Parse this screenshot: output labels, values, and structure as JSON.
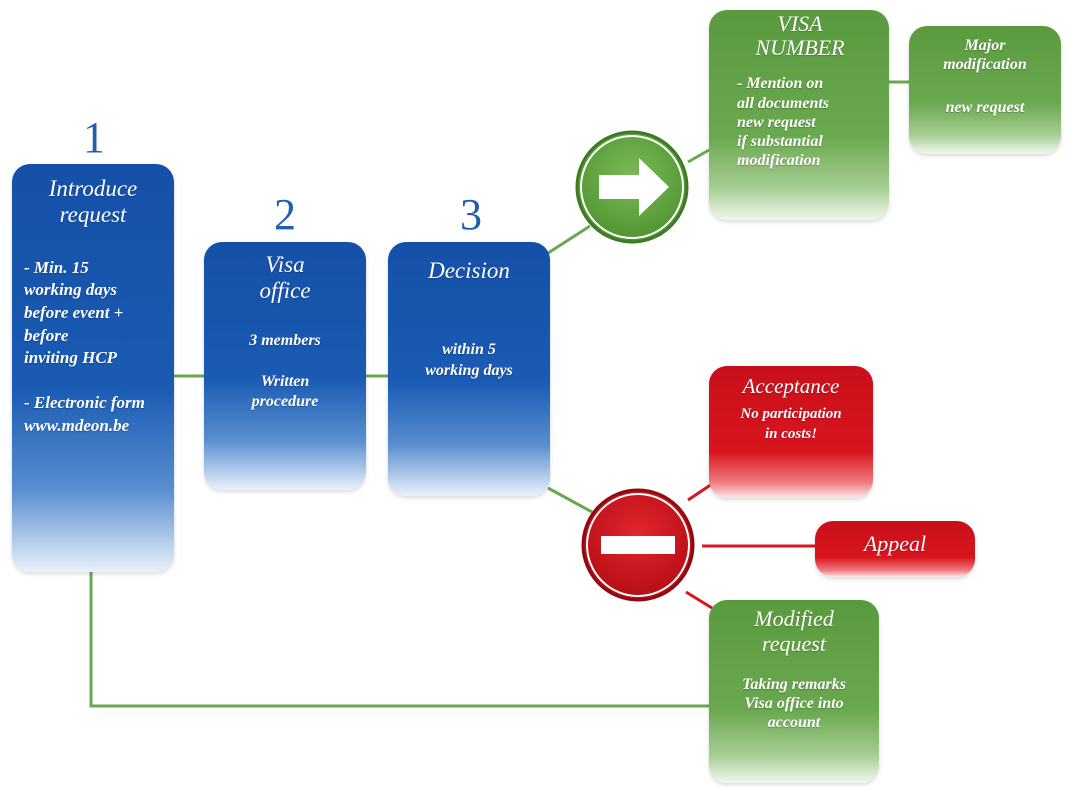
{
  "steps": [
    {
      "number": "1",
      "title": "Introduce request"
    },
    {
      "number": "2",
      "title_lines": [
        "Visa",
        "office"
      ],
      "lines_a": [
        "3 members"
      ],
      "lines_b": [
        "Written",
        "procedure"
      ]
    },
    {
      "number": "3",
      "title": "Decision",
      "lines": [
        "within 5",
        "working days"
      ]
    }
  ],
  "introduce": {
    "title_lines": [
      "Introduce",
      "request"
    ],
    "lines_a": [
      "- Min. 15",
      "working days",
      "before event +",
      "before",
      "inviting HCP"
    ],
    "lines_b": [
      "- Electronic form",
      "www.mdeon.be"
    ]
  },
  "outcomes": {
    "approve_icon": "right-arrow-icon",
    "reject_icon": "minus-icon",
    "visa_number": {
      "title_lines": [
        "VISA",
        "NUMBER"
      ],
      "lines": [
        "- Mention on",
        "all documents",
        "new request",
        "if substantial",
        "modification"
      ]
    },
    "major_modification": {
      "lines_a": [
        "Major",
        "modification"
      ],
      "lines_b": [
        "new request"
      ]
    },
    "acceptance": {
      "title": "Acceptance",
      "lines": [
        "No participation",
        "in costs!"
      ]
    },
    "appeal": {
      "title": "Appeal"
    },
    "modified_request": {
      "title_lines": [
        "Modified",
        "request"
      ],
      "lines": [
        "Taking remarks",
        "Visa office into",
        "account"
      ]
    }
  },
  "colors": {
    "blue": "#1a5bb3",
    "green": "#6aa84f",
    "red": "#d8151f",
    "number_blue": "#1f5fae",
    "connector_green": "#6aa84f",
    "connector_red": "#d8151f"
  }
}
